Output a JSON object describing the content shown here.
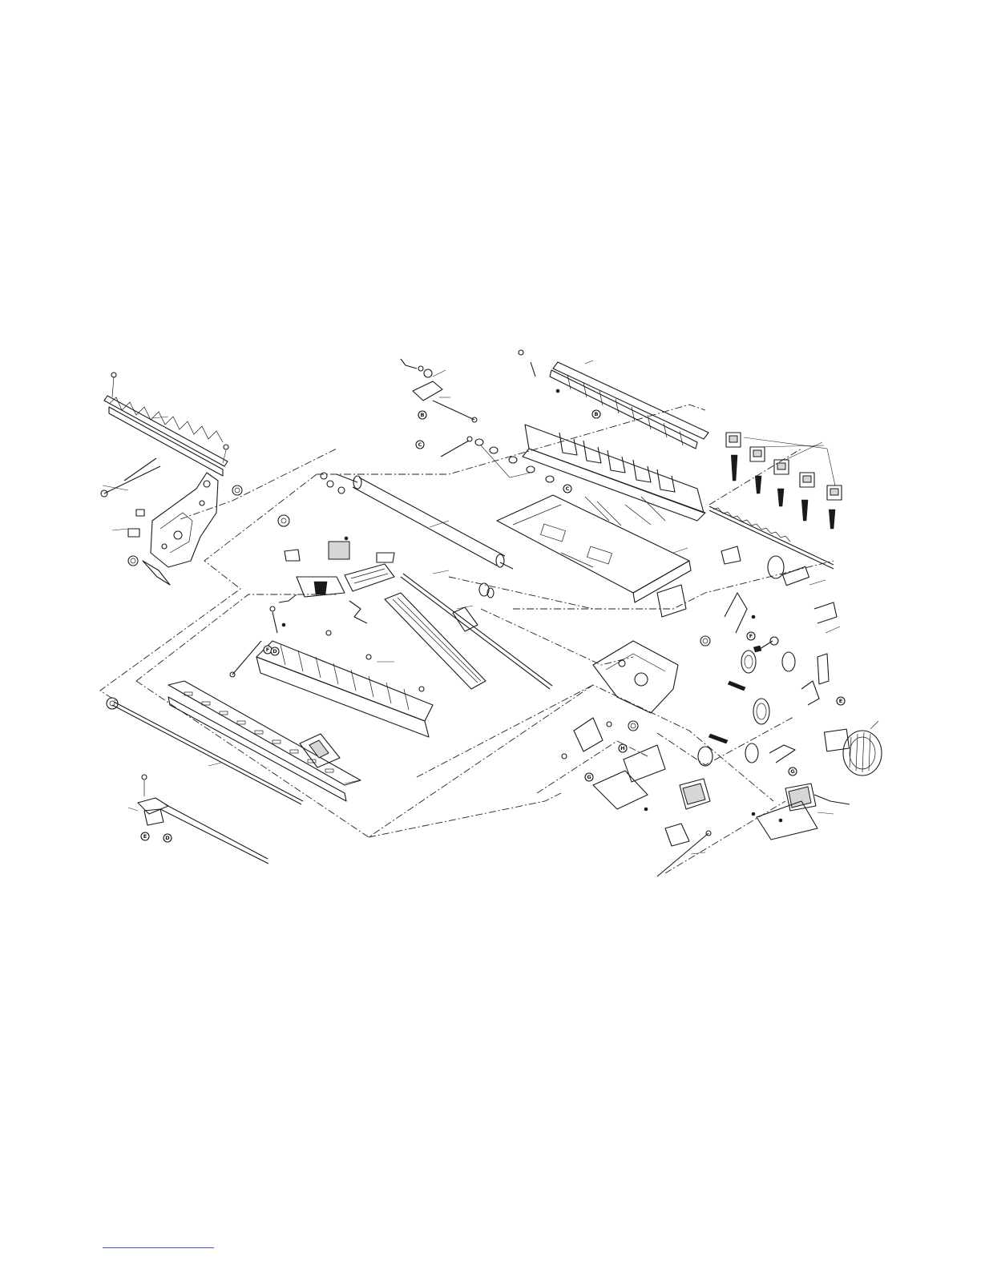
{
  "diagram": {
    "callouts": [
      {
        "label": "B"
      },
      {
        "label": "C"
      },
      {
        "label": "C"
      },
      {
        "label": "B"
      },
      {
        "label": "F"
      },
      {
        "label": "D"
      },
      {
        "label": "E"
      },
      {
        "label": "D"
      },
      {
        "label": "H"
      },
      {
        "label": "G"
      },
      {
        "label": "G"
      },
      {
        "label": "E"
      },
      {
        "label": "F"
      }
    ]
  }
}
